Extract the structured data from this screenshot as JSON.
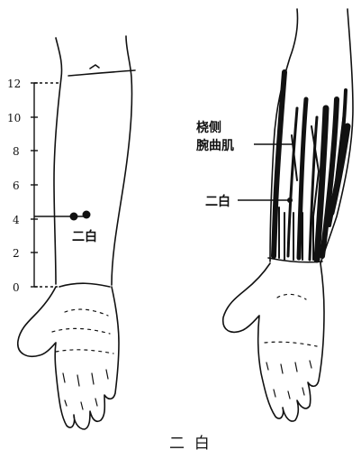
{
  "left_figure": {
    "scale_ticks": [
      "12",
      "10",
      "8",
      "6",
      "4",
      "2",
      "0"
    ],
    "point_label": "二白"
  },
  "right_figure": {
    "muscle_label_line1": "桡侧",
    "muscle_label_line2": "腕曲肌",
    "point_label": "二白"
  },
  "caption": "二  白",
  "colors": {
    "ink": "#111111",
    "background": "#ffffff"
  }
}
